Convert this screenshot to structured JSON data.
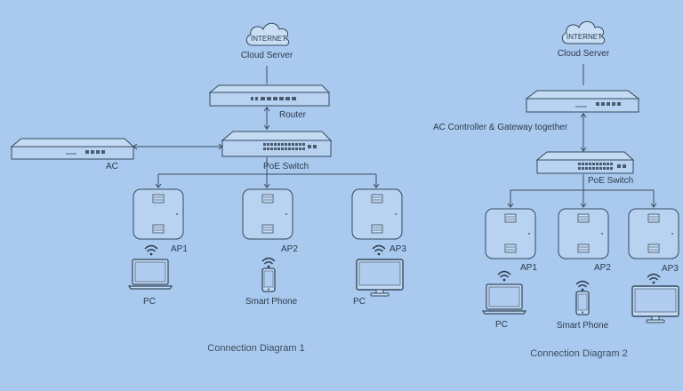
{
  "diagram1": {
    "cloud_text": "INTERNET",
    "cloud_server": "Cloud Server",
    "router": "Router",
    "ac": "AC",
    "poe_switch": "PoE Switch",
    "ap1": "AP1",
    "ap2": "AP2",
    "ap3": "AP3",
    "pc1": "PC",
    "phone": "Smart Phone",
    "pc2": "PC",
    "caption": "Connection Diagram 1"
  },
  "diagram2": {
    "cloud_text": "INTERNET",
    "cloud_server": "Cloud Server",
    "controller": "AC Controller & Gateway together",
    "poe_switch": "PoE Switch",
    "ap1": "AP1",
    "ap2": "AP2",
    "ap3": "AP3",
    "pc1": "PC",
    "phone": "Smart Phone",
    "caption": "Connection Diagram 2"
  }
}
